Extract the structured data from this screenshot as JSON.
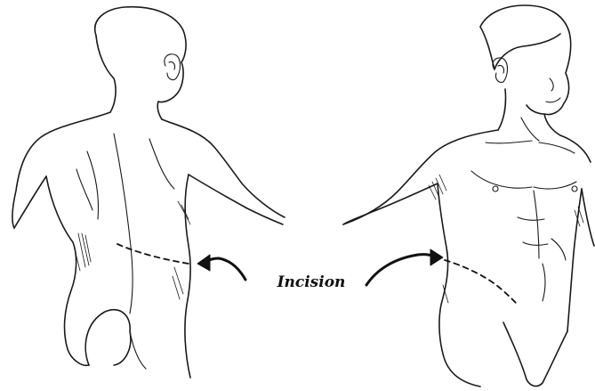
{
  "labels": {
    "incision": "Incision"
  },
  "views": [
    "back",
    "front"
  ],
  "colors": {
    "ink": "#1a1a1a",
    "background": "#ffffff"
  }
}
